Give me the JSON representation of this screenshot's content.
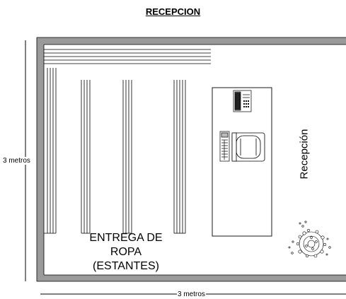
{
  "title": "RECEPCION",
  "dimensions": {
    "height_label": "3 metros",
    "width_label": "3 metros"
  },
  "areas": {
    "delivery": {
      "line1": "ENTREGA DE",
      "line2": "ROPA",
      "line3": "(ESTANTES)"
    },
    "reception": "Recepción"
  },
  "colors": {
    "wall": "#9a9a9a",
    "line": "#000000",
    "background": "#ffffff"
  }
}
